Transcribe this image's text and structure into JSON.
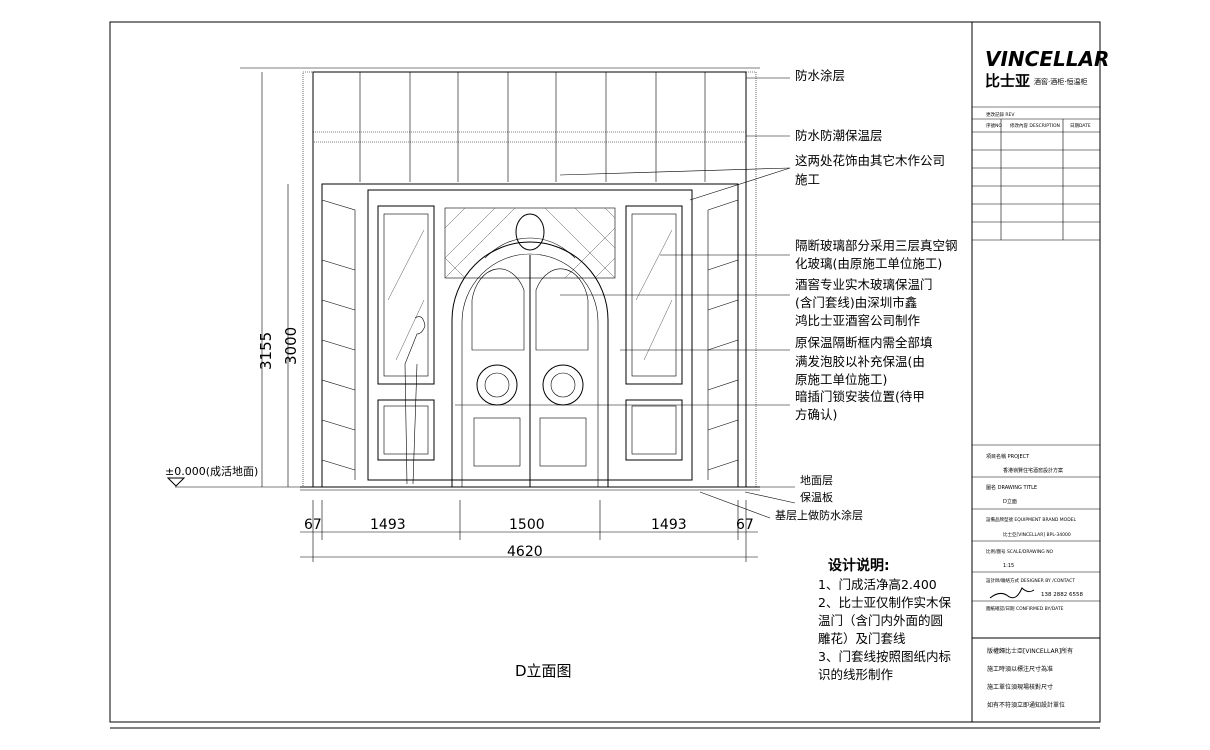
{
  "drawing_title": "D立面图",
  "annotations": [
    "防水涂层",
    "防水防潮保温层",
    "这两处花饰由其它木作公司",
    "施工",
    "隔断玻璃部分采用三层真空钢",
    "化玻璃(由原施工单位施工)",
    "酒窖专业实木玻璃保温门",
    "(含门套线)由深圳市鑫",
    "鸿比士亚酒窖公司制作",
    "原保温隔断框内需全部填",
    "满发泡胶以补充保温(由",
    "原施工单位施工)",
    "暗插门锁安装位置(待甲",
    "方确认)"
  ],
  "floor_labels": [
    "地面层",
    "保温板",
    "基层上做防水涂层"
  ],
  "dimensions": {
    "bottom": [
      "67",
      "1493",
      "1500",
      "1493",
      "67"
    ],
    "total": "4620",
    "left_outer": "3155",
    "left_inner": "3000",
    "level": "±0.000(成活地面)"
  },
  "notes": {
    "title": "设计说明:",
    "lines": [
      "1、门成活净高2.400",
      "2、比士亚仅制作实木保",
      "温门（含门内外面的圆",
      "雕花）及门套线",
      "3、门套线按照图纸内标",
      "识的线形制作"
    ]
  },
  "title_block": {
    "logo": "VINCELLAR",
    "logo_cn": "比士亚",
    "logo_tag": "酒窖·酒柜·恒温柜",
    "rev_label": "更改記錄 REV",
    "cols": [
      "序號NO",
      "修改內容 DESCRIPTION",
      "日期DATE"
    ],
    "project_label": "項目名稱 PROJECT",
    "project": "香港嶺賢住宅酒窖設計方案",
    "drawing_label": "圖名 DRAWING TITLE",
    "drawing": "D立面",
    "brand_label": "設備品牌型號 EQUIPMENT BRAND MODEL",
    "brand": "比士亞[VINCELLAR] BPL-34000",
    "scale_label": "比例/圖号 SCALE/DRAWING NO",
    "scale": "1:15",
    "designer_label": "設計師/聯絡方式 DESIGNER BY /CONTACT",
    "phone": "138 2882 6558",
    "confirm_label": "圖紙確認/日期 CONFIRMED BY/DATE",
    "footer": [
      "版權歸比士亞[VINCELLAR]所有",
      "施工時須以標注尺寸為准",
      "施工單位須現場核對尺寸",
      "如有不符須立即通知設計單位"
    ]
  }
}
